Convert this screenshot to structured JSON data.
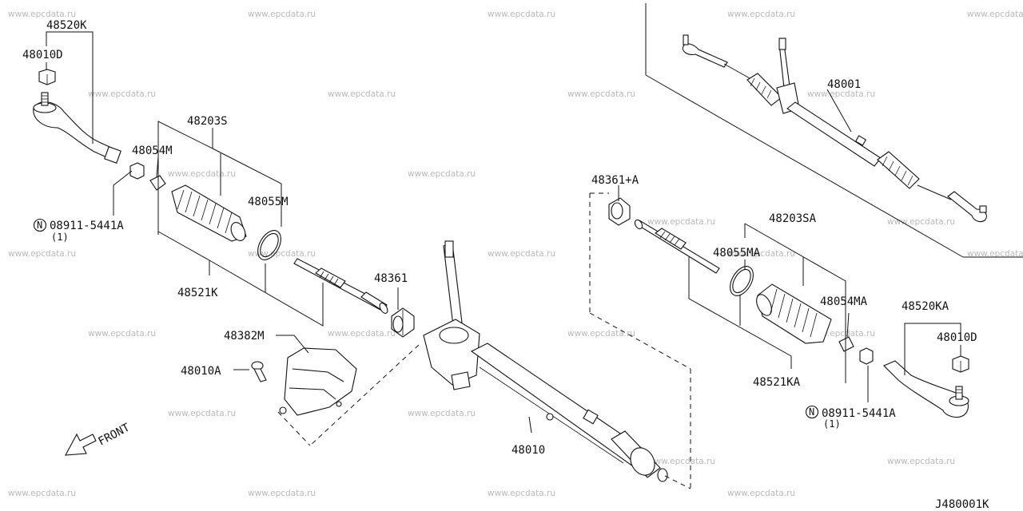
{
  "watermarks": [
    "www.epcdata.ru",
    "www.epcdata.ru",
    "www.epcdata.ru",
    "www.epcdata.ru",
    "www.epcdata.ru",
    "www.epcdata.ru",
    "www.epcdata.ru",
    "www.epcdata.ru",
    "www.epcdata.ru",
    "www.epcdata.ru",
    "www.epcdata.ru",
    "www.epcdata.ru",
    "www.epcdata.ru",
    "www.epcdata.ru",
    "www.epcdata.ru",
    "www.epcdata.ru",
    "www.epcdata.ru",
    "www.epcdata.ru",
    "www.epcdata.ru",
    "www.epcdata.ru",
    "www.epcdata.ru",
    "www.epcdata.ru",
    "www.epcdata.ru",
    "www.epcdata.ru",
    "www.epcdata.ru",
    "www.epcdata.ru",
    "www.epcdata.ru",
    "www.epcdata.ru",
    "www.epcdata.ru",
    "www.epcdata.ru"
  ],
  "labels": {
    "p48520K": "48520K",
    "p48010D_left": "48010D",
    "p48203S": "48203S",
    "p48054M": "48054M",
    "p48055M": "48055M",
    "p08911_left": "08911-5441A",
    "p08911_left_qty": "(1)",
    "p48521K": "48521K",
    "p48361": "48361",
    "p48382M": "48382M",
    "p48010A": "48010A",
    "p48010": "48010",
    "p48001": "48001",
    "p48361A": "48361+A",
    "p48203SA": "48203SA",
    "p48055MA": "48055MA",
    "p48054MA": "48054MA",
    "p48520KA": "48520KA",
    "p48010D_right": "48010D",
    "p48521KA": "48521KA",
    "p08911_right": "08911-5441A",
    "p08911_right_qty": "(1)",
    "n_symbol": "N",
    "front": "FRONT",
    "diagram_code": "J480001K"
  }
}
